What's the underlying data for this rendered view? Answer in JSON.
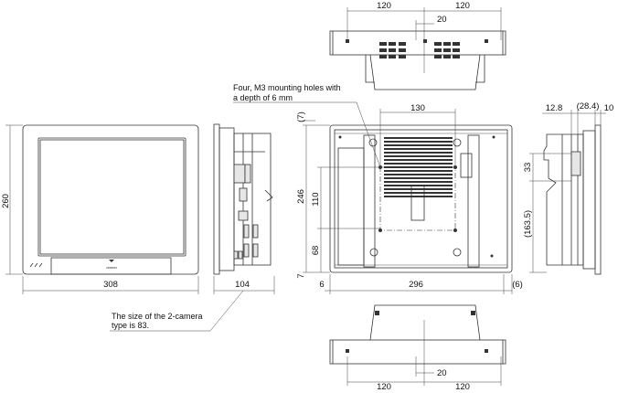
{
  "front_view": {
    "width_dim": "308",
    "height_dim": "260",
    "logo": "omron"
  },
  "side_view": {
    "depth_dim": "104",
    "note_line1": "The size of the 2-camera",
    "note_line2": "type is 83."
  },
  "rear_view": {
    "mount_note_line1": "Four, M3 mounting holes with",
    "mount_note_line2": "a depth of 6 mm",
    "dim_130": "130",
    "dim_246": "246",
    "dim_7_top": "(7)",
    "dim_7_bottom": "7",
    "dim_110": "110",
    "dim_68": "68",
    "dim_296": "296",
    "dim_6_left": "6",
    "dim_6_right": "(6)"
  },
  "top_view": {
    "dim_left": "120",
    "dim_right": "120",
    "dim_offset": "20"
  },
  "bottom_view": {
    "dim_left": "120",
    "dim_right": "120",
    "dim_offset": "20"
  },
  "right_side_view": {
    "dim_12_8": "12.8",
    "dim_28_4": "(28.4)",
    "dim_10": "10",
    "dim_33": "33",
    "dim_163_5": "(163.5)"
  }
}
